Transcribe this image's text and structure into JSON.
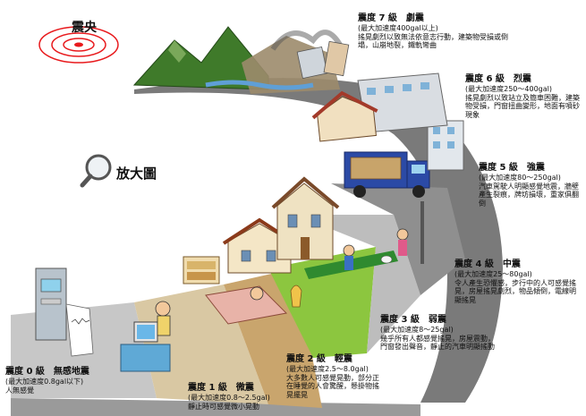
{
  "epicenter_label": "震央",
  "zoom_label": "放大圖",
  "levels": [
    {
      "id": "0",
      "title": "震度 0 級　無感地震",
      "accel": "(最大加速度0.8gal以下)",
      "desc": "人無感覺"
    },
    {
      "id": "1",
      "title": "震度 1 級　微震",
      "accel": "(最大加速度0.8～2.5gal)",
      "desc": "靜止時可感覺微小晃動"
    },
    {
      "id": "2",
      "title": "震度 2 級　輕震",
      "accel": "(最大加速度2.5～8.0gal)",
      "desc": "大多數人可感覺晃動，部分正在睡覺的人會驚醒，懸掛物搖晃擺晃"
    },
    {
      "id": "3",
      "title": "震度 3 級　弱震",
      "accel": "(最大加速度8～25gal)",
      "desc": "幾乎所有人都感覺搖晃，房屋震動，門窗發出聲音，靜止的汽車明顯搖動"
    },
    {
      "id": "4",
      "title": "震度 4 級　中震",
      "accel": "(最大加速度25～80gal)",
      "desc": "令人產生恐懼感，步行中的人可感覺搖晃，房屋搖晃劇烈，物品傾倒，電線明顯搖晃"
    },
    {
      "id": "5",
      "title": "震度 5 級　強震",
      "accel": "(最大加速度80～250gal)",
      "desc": "汽車駕駛人明顯感覺地震，牆壁產生裂痕，牌坊損壞，重家俱翻倒"
    },
    {
      "id": "6",
      "title": "震度 6 級　烈震",
      "accel": "(最大加速度250～400gal)",
      "desc": "搖晃劇烈以致站立及簡車困難，建築物受損，門窗扭曲變形，地面有噴砂現象"
    },
    {
      "id": "7",
      "title": "震度 7 級　劇震",
      "accel": "(最大加速度400gal以上)",
      "desc": "搖晃劇烈以致無法依意志行動，建築物受損或倒塌，山崩地裂，鐵軌彎曲"
    }
  ],
  "colors": {
    "epicenter": "#e8191c",
    "road": "#6e6e6e",
    "road_light": "#b6b6b6",
    "grass": "#2f8a2f",
    "lawn": "#8cc63f",
    "mountain": "#3f7a2a",
    "dust": "#9c8b6b",
    "truck": "#2b4aa6",
    "sky_magnifier": "#9aa6b2"
  }
}
